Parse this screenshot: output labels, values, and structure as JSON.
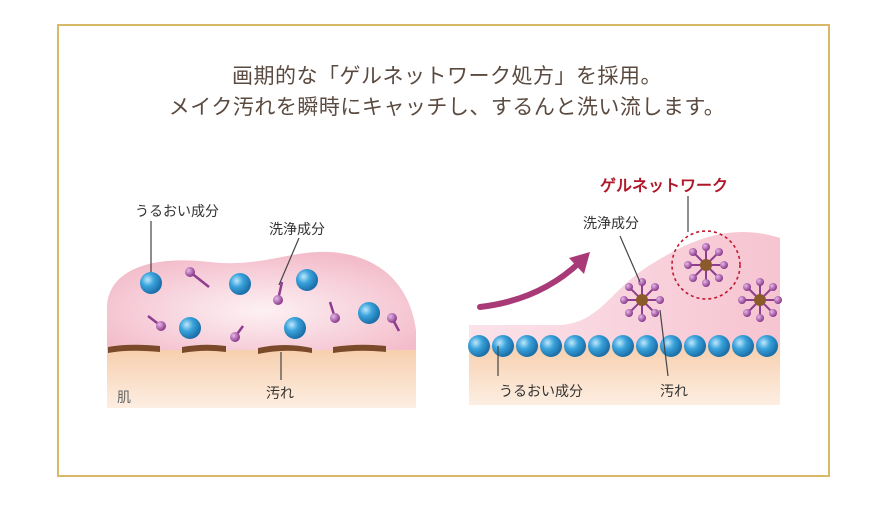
{
  "headline": {
    "line1": "画期的な「ゲルネットワーク処方」を採用。",
    "line2": "メイク汚れを瞬時にキャッチし、するんと洗い流します。"
  },
  "left_panel": {
    "moisture_label": "うるおい成分",
    "cleanser_label": "洗浄成分",
    "dirt_label": "汚れ",
    "skin_label": "肌"
  },
  "right_panel": {
    "network_label": "ゲルネットワーク",
    "cleanser_label": "洗浄成分",
    "moisture_label": "うるおい成分",
    "dirt_label": "汚れ"
  },
  "colors": {
    "border": "#d9b867",
    "headline": "#5a4a40",
    "accent": "#b0182b",
    "gel_pink": "#f6c9d4",
    "skin": "#f6c9a3",
    "moisture_ball": "#2f8fc8",
    "cleanser": "#8e3d8f",
    "dirt": "#7a4a2a",
    "arrow": "#a83a78"
  }
}
